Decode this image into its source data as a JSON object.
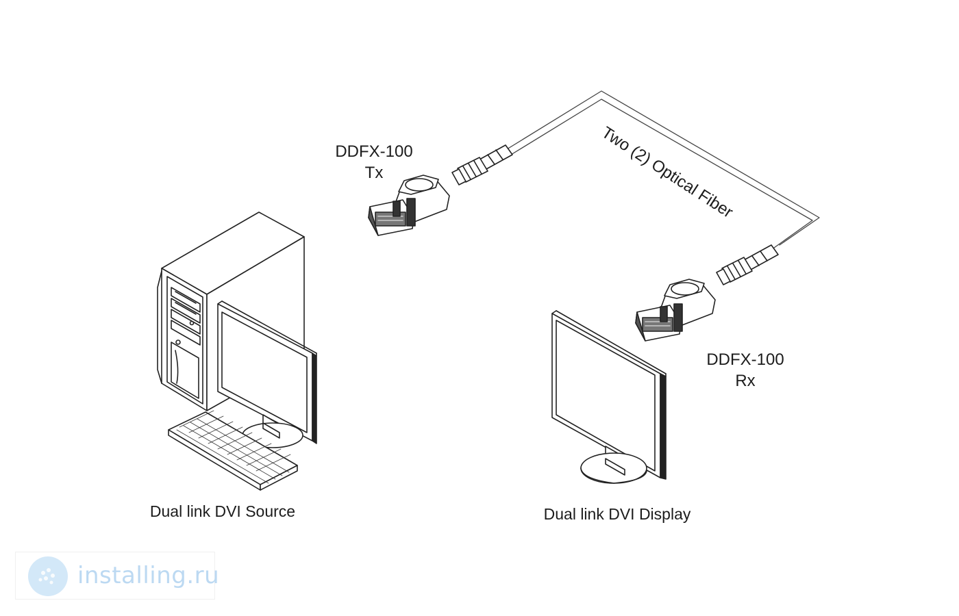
{
  "labels": {
    "tx_model": "DDFX-100",
    "tx_suffix": "Tx",
    "rx_model": "DDFX-100",
    "rx_suffix": "Rx",
    "fiber": "Two (2) Optical Fiber",
    "source": "Dual link DVI Source",
    "display": "Dual link DVI Display"
  },
  "watermark": {
    "text": "installing.ru"
  },
  "colors": {
    "line": "#222222",
    "text": "#1c1c1c",
    "watermark": "#bcd9f2"
  }
}
